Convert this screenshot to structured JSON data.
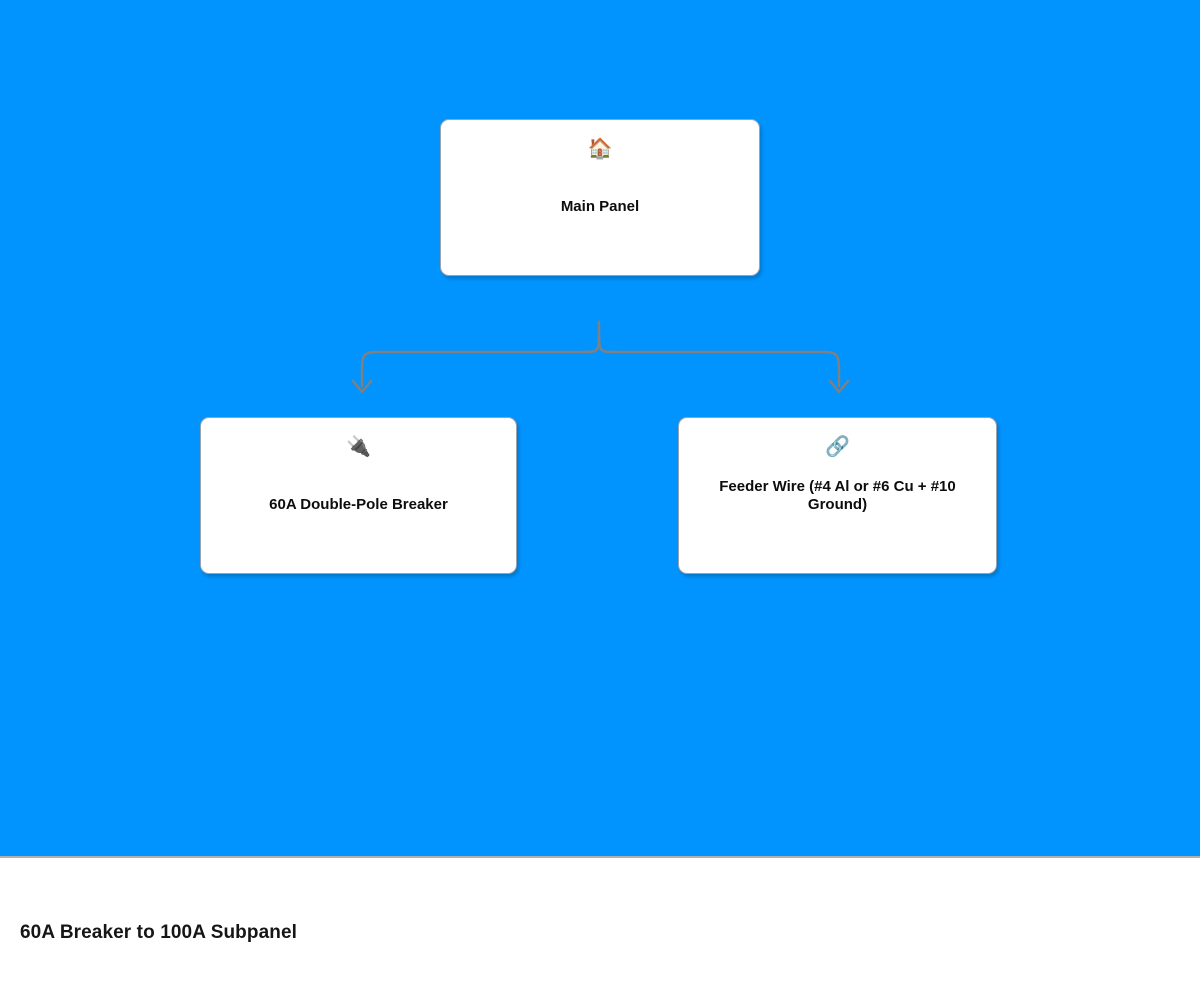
{
  "canvas": {
    "background_color": "#0294fe",
    "divider_color": "#b0b0b0",
    "edge_color": "#808080",
    "node_background": "#ffffff",
    "node_border_color": "#9aa3ad"
  },
  "diagram": {
    "type": "flowchart",
    "orientation": "top-down",
    "nodes": [
      {
        "id": "main-panel",
        "icon": "house-icon",
        "icon_glyph": "🏠",
        "label": "Main Panel"
      },
      {
        "id": "breaker",
        "icon": "electric-plug-icon",
        "icon_glyph": "🔌",
        "label": "60A Double-Pole Breaker"
      },
      {
        "id": "feeder-wire",
        "icon": "link-icon",
        "icon_glyph": "🔗",
        "label": "Feeder Wire (#4 Al or #6 Cu + #10 Ground)"
      }
    ],
    "edges": [
      {
        "from": "main-panel",
        "to": "breaker"
      },
      {
        "from": "main-panel",
        "to": "feeder-wire"
      }
    ]
  },
  "caption": {
    "title": "60A Breaker to 100A Subpanel"
  }
}
